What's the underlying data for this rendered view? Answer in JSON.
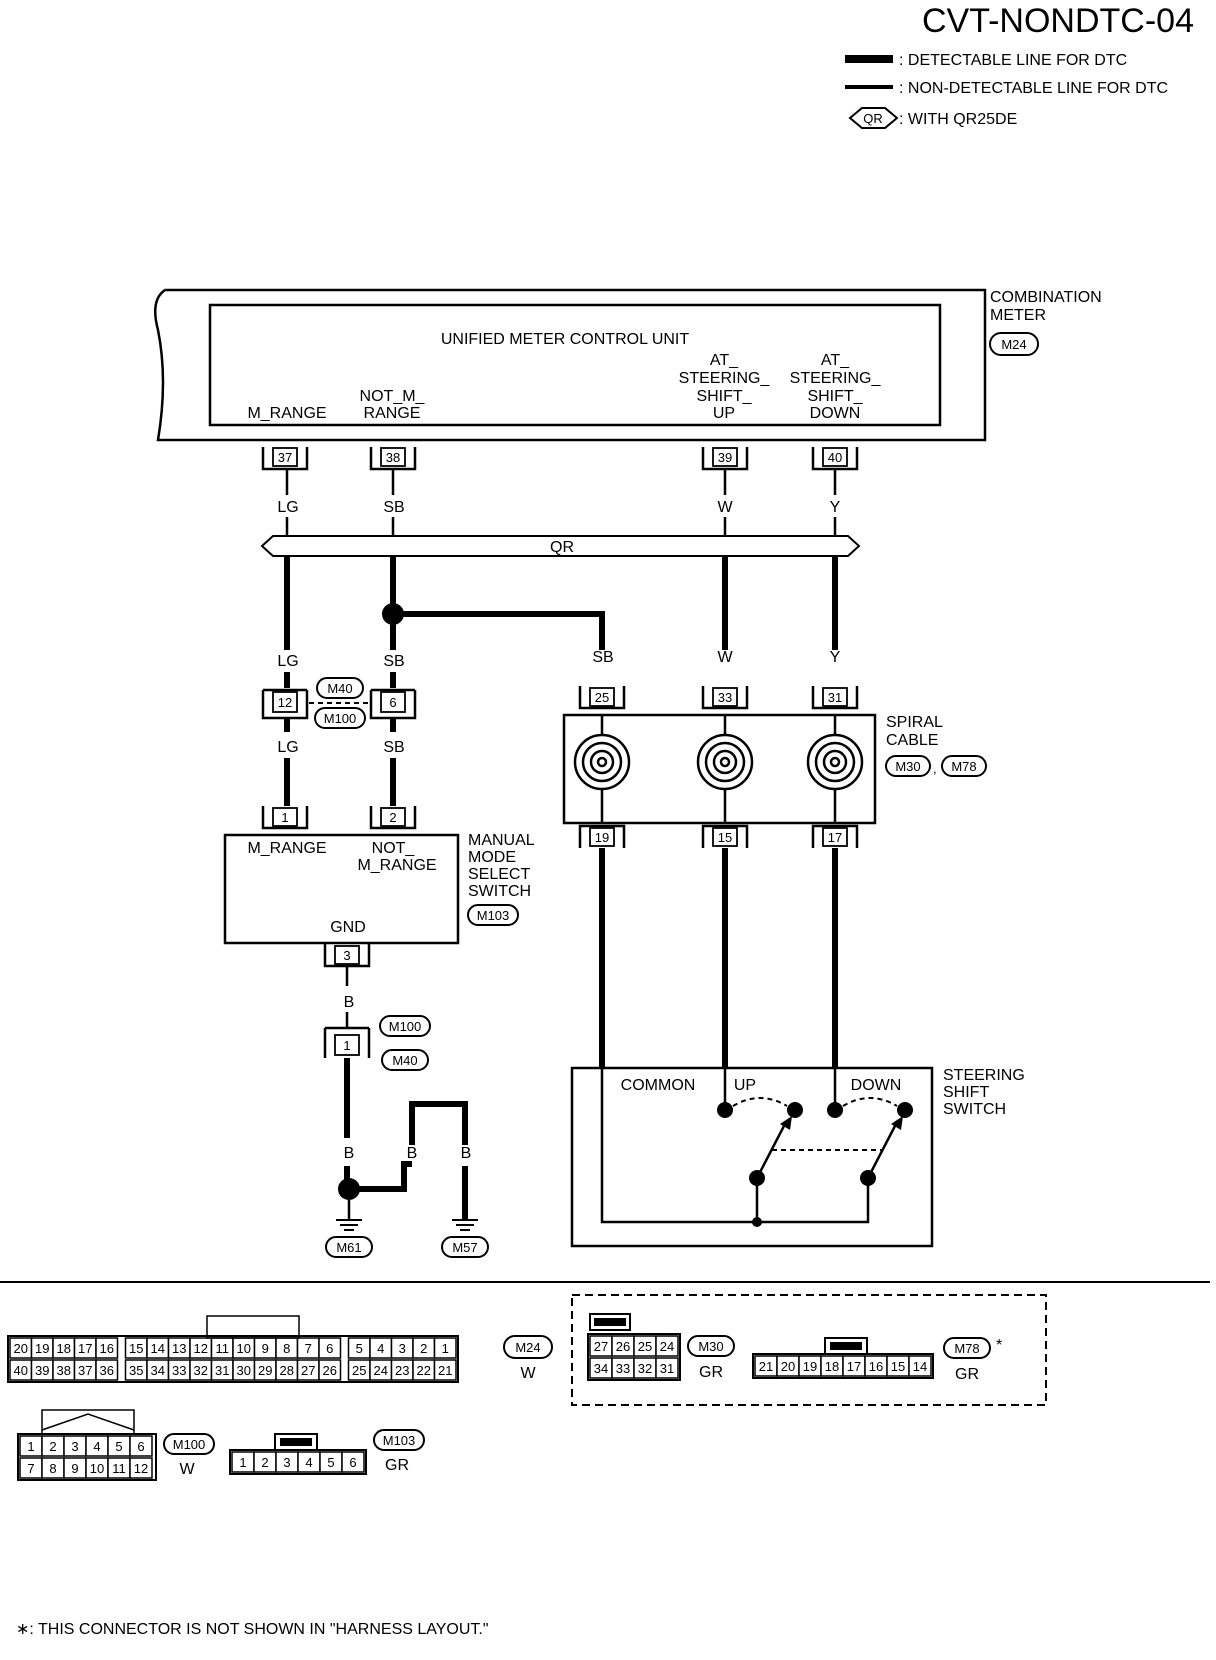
{
  "title": "CVT-NONDTC-04",
  "legend": {
    "detectable": ": DETECTABLE LINE FOR DTC",
    "non_detectable": ": NON-DETECTABLE LINE FOR DTC",
    "qr_symbol": "QR",
    "qr_text": ": WITH QR25DE"
  },
  "combination_meter": {
    "label1": "COMBINATION",
    "label2": "METER",
    "connector": "M24",
    "unit": "UNIFIED  METER  CONTROL UNIT",
    "sig_m_range": "M_RANGE",
    "sig_not_1": "NOT_M_",
    "sig_not_2": "RANGE",
    "sig_up_1": "AT_",
    "sig_up_2": "STEERING_",
    "sig_up_3": "SHIFT_",
    "sig_up_4": "UP",
    "sig_down_1": "AT_",
    "sig_down_2": "STEERING_",
    "sig_down_3": "SHIFT_",
    "sig_down_4": "DOWN",
    "pins": [
      "37",
      "38",
      "39",
      "40"
    ]
  },
  "wires": {
    "lg": "LG",
    "sb": "SB",
    "w": "W",
    "y": "Y",
    "b": "B",
    "qr_bus": "QR"
  },
  "joint_connector": {
    "pin_a": "12",
    "pin_b": "6",
    "conn_top": "M40",
    "conn_bottom": "M100"
  },
  "manual_mode_switch": {
    "label1": "MANUAL",
    "label2": "MODE",
    "label3": "SELECT",
    "label4": "SWITCH",
    "connector": "M103",
    "pin1": "1",
    "pin2": "2",
    "pin3": "3",
    "sig_m_range": "M_RANGE",
    "sig_not_1": "NOT_",
    "sig_not_2": "M_RANGE",
    "sig_gnd": "GND"
  },
  "ground_joint": {
    "pin": "1",
    "conn_top": "M100",
    "conn_bottom": "M40"
  },
  "grounds": [
    "M61",
    "M57"
  ],
  "spiral_cable": {
    "label1": "SPIRAL",
    "label2": "CABLE",
    "conn1": "M30",
    "conn2": "M78",
    "top_pins": [
      "25",
      "33",
      "31"
    ],
    "bottom_pins": [
      "19",
      "15",
      "17"
    ]
  },
  "steering_switch": {
    "label1": "STEERING",
    "label2": "SHIFT",
    "label3": "SWITCH",
    "common": "COMMON",
    "up": "UP",
    "down": "DOWN"
  },
  "connector_views": {
    "m24": {
      "id": "M24",
      "color": "W",
      "top_row": [
        "20",
        "19",
        "18",
        "17",
        "16",
        "15",
        "14",
        "13",
        "12",
        "11",
        "10",
        "9",
        "8",
        "7",
        "6",
        "5",
        "4",
        "3",
        "2",
        "1"
      ],
      "bottom_row": [
        "40",
        "39",
        "38",
        "37",
        "36",
        "35",
        "34",
        "33",
        "32",
        "31",
        "30",
        "29",
        "28",
        "27",
        "26",
        "25",
        "24",
        "23",
        "22",
        "21"
      ]
    },
    "m30": {
      "id": "M30",
      "color": "GR",
      "top_row": [
        "27",
        "26",
        "25",
        "24"
      ],
      "bottom_row": [
        "34",
        "33",
        "32",
        "31"
      ]
    },
    "m78": {
      "id": "M78",
      "color": "GR",
      "row": [
        "21",
        "20",
        "19",
        "18",
        "17",
        "16",
        "15",
        "14"
      ],
      "star": "*"
    },
    "m100": {
      "id": "M100",
      "color": "W",
      "top_row": [
        "1",
        "2",
        "3",
        "4",
        "5",
        "6"
      ],
      "bottom_row": [
        "7",
        "8",
        "9",
        "10",
        "11",
        "12"
      ]
    },
    "m103": {
      "id": "M103",
      "color": "GR",
      "row": [
        "1",
        "2",
        "3",
        "4",
        "5",
        "6"
      ]
    }
  },
  "footnote": "∗: THIS CONNECTOR IS NOT SHOWN IN \"HARNESS LAYOUT.\""
}
